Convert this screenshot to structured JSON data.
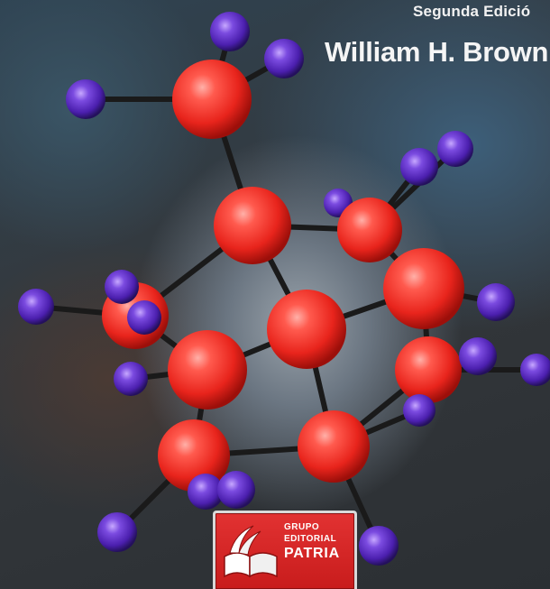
{
  "cover": {
    "edition": "Segunda Edició",
    "author": "William H. Brown"
  },
  "publisher_logo": {
    "line1": "GRUPO",
    "line2": "EDITORIAL",
    "line3": "PATRIA"
  },
  "colors": {
    "atom_red": "#ff3b3b",
    "atom_purple": "#5a2bbf",
    "logo_red": "#d42222",
    "text": "#f5f5f5"
  }
}
